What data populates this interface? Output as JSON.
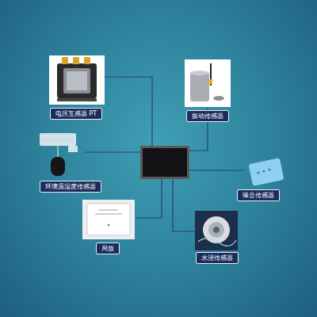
{
  "diagram": {
    "nodes": [
      {
        "text": [
          "电压互感器 PT"
        ]
      },
      {
        "text": [
          "振动传感器"
        ]
      },
      {
        "text": [
          "环境温湿度传感器"
        ]
      },
      {
        "text": [
          "噪音传感器"
        ]
      },
      {
        "text": [
          "局放"
        ]
      },
      {
        "text": [
          "水浸传感器"
        ]
      }
    ]
  }
}
